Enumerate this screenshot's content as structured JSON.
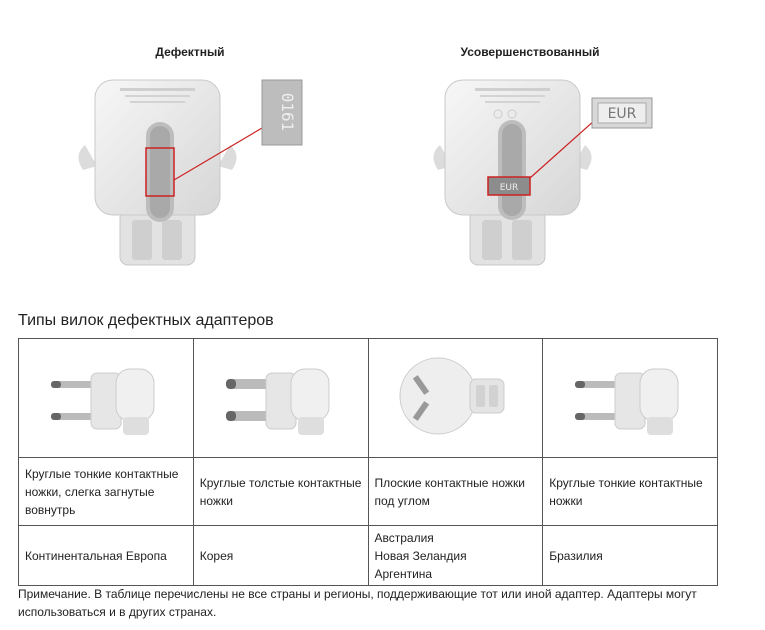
{
  "comparison": {
    "defective_label": "Дефектный",
    "improved_label": "Усовершенствованный",
    "defective_zoom_text": "0161",
    "improved_zoom_text": "EUR",
    "improved_marker_text": "EUR"
  },
  "section_title": "Типы вилок дефектных адаптеров",
  "table": {
    "columns": [
      {
        "icon": "round-pin-plug-icon",
        "description": "Круглые тонкие контактные ножки, слегка загнутые вовнутрь",
        "regions": [
          "Континентальная Европа"
        ]
      },
      {
        "icon": "round-pin-plug-icon",
        "description": "Круглые толстые контактные ножки",
        "regions": [
          "Корея"
        ]
      },
      {
        "icon": "angled-flat-pin-plug-icon",
        "description": "Плоские контактные ножки под углом",
        "regions": [
          "Австралия",
          "Новая Зеландия",
          "Аргентина"
        ]
      },
      {
        "icon": "round-pin-plug-icon",
        "description": "Круглые тонкие контактные ножки",
        "regions": [
          "Бразилия"
        ]
      }
    ]
  },
  "note": "Примечание. В таблице перечислены не все страны и регионы, поддерживающие тот или иной адаптер. Адаптеры могут использоваться и в других странах.",
  "colors": {
    "highlight": "#cc2222",
    "adapter_body": "#ececec",
    "border": "#555555"
  }
}
